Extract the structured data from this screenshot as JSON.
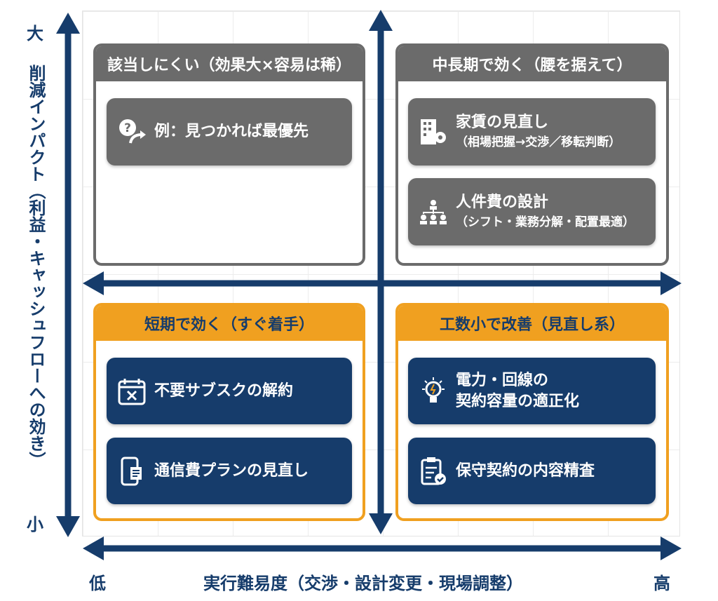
{
  "y_axis": {
    "label": "削減インパクト（利益・キャッシュフローへの効き）",
    "high": "大",
    "low": "小"
  },
  "x_axis": {
    "label": "実行難易度（交渉・設計変更・現場調整）",
    "low": "低",
    "high": "高"
  },
  "colors": {
    "navy": "#163c6b",
    "orange": "#f0a020",
    "gray": "#6b6b6b"
  },
  "quadrants": {
    "top_left": {
      "title": "該当しにくい（効果大×容易は稀）",
      "items": [
        {
          "icon": "question-arrow-icon",
          "title": "例：見つかれば最優先"
        }
      ]
    },
    "top_right": {
      "title": "中長期で効く（腰を据えて）",
      "items": [
        {
          "icon": "building-gear-icon",
          "title": "家賃の見直し",
          "sub": "（相場把握→交渉／移転判断）"
        },
        {
          "icon": "org-chart-icon",
          "title": "人件費の設計",
          "sub": "（シフト・業務分解・配置最適）"
        }
      ]
    },
    "bottom_left": {
      "title": "短期で効く（すぐ着手）",
      "items": [
        {
          "icon": "calendar-cancel-icon",
          "title": "不要サブスクの解約"
        },
        {
          "icon": "smartphone-bill-icon",
          "title": "通信費プランの見直し"
        }
      ]
    },
    "bottom_right": {
      "title": "工数小で改善（見直し系）",
      "items": [
        {
          "icon": "lightbulb-icon",
          "title": "電力・回線の",
          "title2": "契約容量の適正化"
        },
        {
          "icon": "clipboard-check-icon",
          "title": "保守契約の内容精査"
        }
      ]
    }
  }
}
